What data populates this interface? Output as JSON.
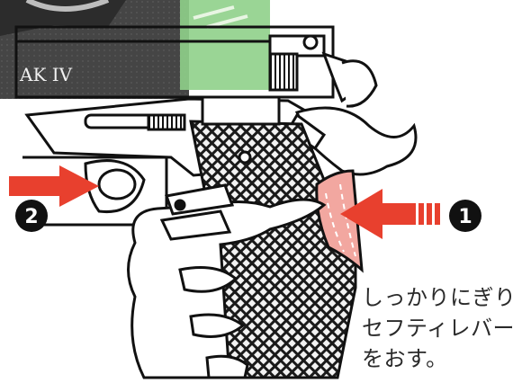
{
  "image": {
    "engraving": "AK IV",
    "caption_lines": [
      "しっかりにぎり",
      "セフティレバー",
      "をおす。"
    ],
    "markers": [
      {
        "label": "1",
        "color": "#e8402e"
      },
      {
        "label": "2",
        "color": "#e8402e"
      }
    ],
    "colors": {
      "arrow_red": "#e8402e",
      "lever_pink": "#f2a7a0",
      "overlay_green": "#8fd08a",
      "dark_photo": "#3a3a3a",
      "ink": "#111111"
    }
  }
}
